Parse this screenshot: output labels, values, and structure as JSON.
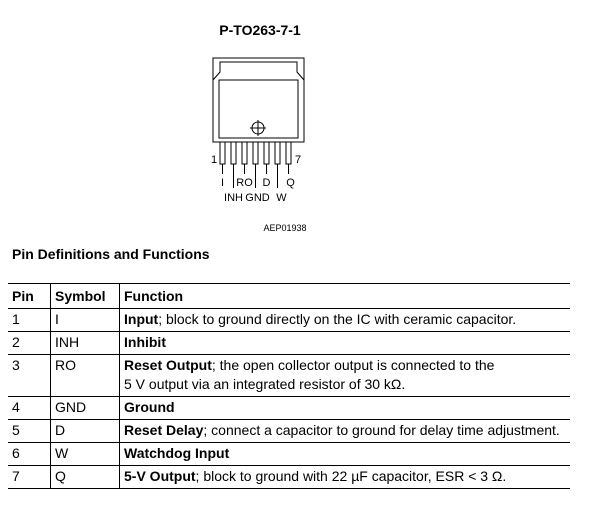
{
  "package": {
    "title": "P-TO263-7-1",
    "pin_first": "1",
    "pin_last": "7",
    "labels_top": [
      "I",
      "RO",
      "D",
      "Q"
    ],
    "labels_bottom": [
      "INH",
      "GND",
      "W"
    ],
    "drawing_code": "AEP01938"
  },
  "section_title": "Pin Definitions and Functions",
  "table": {
    "headers": [
      "Pin",
      "Symbol",
      "Function"
    ],
    "rows": [
      {
        "pin": "1",
        "symbol": "I",
        "bold": "Input",
        "rest": "; block to ground directly on the IC with ceramic capacitor.",
        "rest2": ""
      },
      {
        "pin": "2",
        "symbol": "INH",
        "bold": "Inhibit",
        "rest": "",
        "rest2": ""
      },
      {
        "pin": "3",
        "symbol": "RO",
        "bold": "Reset Output",
        "rest": "; the open collector output is connected to the",
        "rest2": "5 V output via an integrated resistor of 30 kΩ."
      },
      {
        "pin": "4",
        "symbol": "GND",
        "bold": "Ground",
        "rest": "",
        "rest2": ""
      },
      {
        "pin": "5",
        "symbol": "D",
        "bold": "Reset Delay",
        "rest": "; connect a capacitor to ground for delay time adjustment.",
        "rest2": ""
      },
      {
        "pin": "6",
        "symbol": "W",
        "bold": "Watchdog Input",
        "rest": "",
        "rest2": ""
      },
      {
        "pin": "7",
        "symbol": "Q",
        "bold": "5-V Output",
        "rest": "; block to ground with 22 µF capacitor, ESR < 3 Ω.",
        "rest2": ""
      }
    ]
  }
}
